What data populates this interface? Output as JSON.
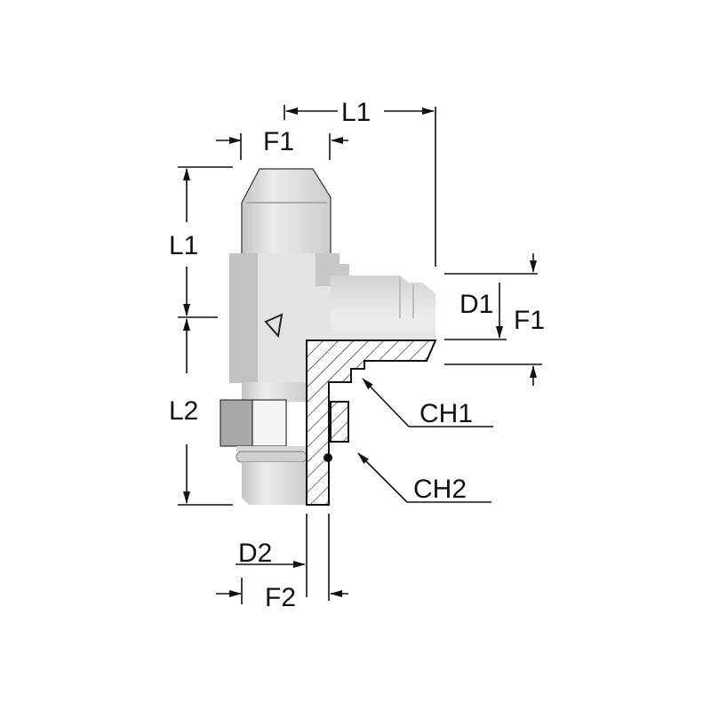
{
  "diagram": {
    "title": "Adjustable run tee fitting dimension drawing",
    "labels": {
      "l1_top": "L1",
      "f1_top": "F1",
      "l1_left": "L1",
      "l2_left": "L2",
      "d1_right": "D1",
      "f1_right": "F1",
      "ch1": "CH1",
      "ch2": "CH2",
      "d2_bottom": "D2",
      "f2_bottom": "F2"
    },
    "colors": {
      "body_light": "#e2e2e2",
      "body_mid": "#cfcfcf",
      "body_dark": "#b5b5b5",
      "line": "#111111"
    }
  }
}
